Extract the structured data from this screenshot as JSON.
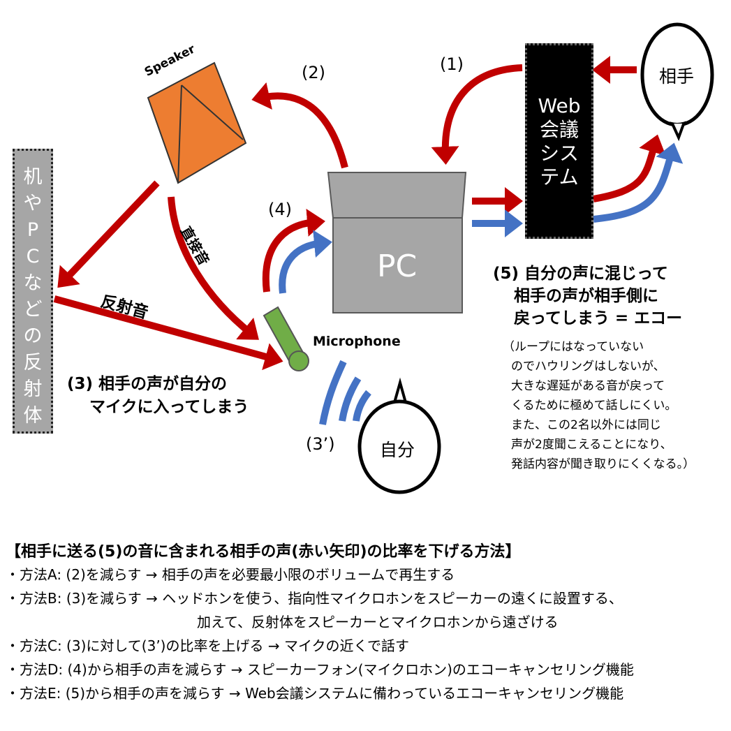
{
  "diagram": {
    "reflector": {
      "chars": [
        "机",
        "や",
        "P",
        "C",
        "な",
        "ど",
        "の",
        "反",
        "射",
        "体"
      ]
    },
    "speaker_label": "Speaker",
    "pc_label": "PC",
    "microphone_label": "Microphone",
    "web_system": {
      "lines": [
        "Web",
        "会議",
        "シス",
        "テム"
      ]
    },
    "partner_label": "相手",
    "self_label": "自分",
    "labels": {
      "p1": "(1)",
      "p2": "(2)",
      "p4": "(4)",
      "p3dash": "(3’)",
      "direct": "直接音",
      "reflected": "反射音",
      "p3_line1": "(3) 相手の声が自分の",
      "p3_line2": "マイクに入ってしまう",
      "p5_lines": [
        "(5) 自分の声に混じって",
        "相手の声が相手側に",
        "戻ってしまう = エコー"
      ],
      "note_lines": [
        "（ループにはなっていない",
        "のでハウリングはしないが、",
        "大きな遅延がある音が戻って",
        "くるために極めて話しにくい。",
        "また、この2名以外には同じ",
        "声が2度聞こえることになり、",
        "発話内容が聞き取りにくくなる。）"
      ]
    },
    "colors": {
      "red_arrow": "#c00000",
      "blue_arrow": "#4472c4",
      "speaker": "#ed7d31",
      "pc": "#a6a6a6",
      "mic": "#70ad47"
    }
  },
  "notes": {
    "heading": "【相手に送る(5)の音に含まれる相手の声(赤い矢印)の比率を下げる方法】",
    "items": [
      "・方法A: (2)を減らす → 相手の声を必要最小限のボリュームで再生する",
      "・方法B: (3)を減らす → ヘッドホンを使う、指向性マイクロホンをスピーカーの遠くに設置する、",
      "加えて、反射体をスピーカーとマイクロホンから遠ざける",
      "・方法C: (3)に対して(3’)の比率を上げる → マイクの近くで話す",
      "・方法D: (4)から相手の声を減らす → スピーカーフォン(マイクロホン)のエコーキャンセリング機能",
      "・方法E: (5)から相手の声を減らす → Web会議システムに備わっているエコーキャンセリング機能"
    ]
  }
}
